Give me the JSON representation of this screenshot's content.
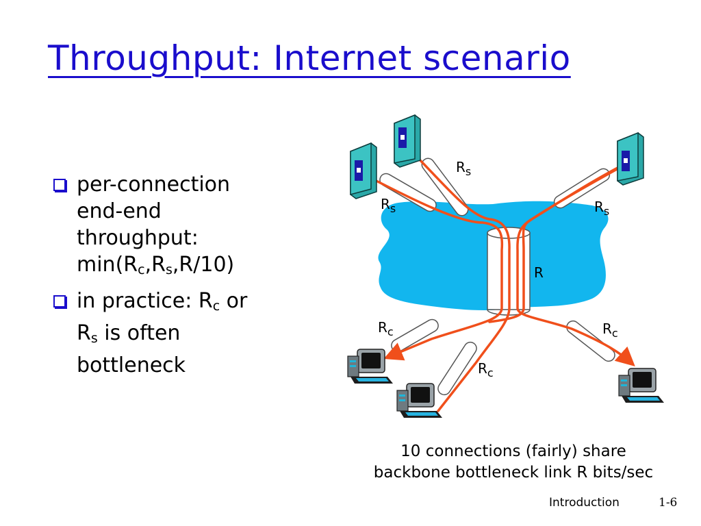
{
  "title": "Throughput: Internet scenario",
  "bullets": [
    {
      "text_lines": [
        "per-connection",
        "end-end",
        "throughput:"
      ],
      "formula": {
        "pre": "min(R",
        "sub1": "c",
        "mid1": ",R",
        "sub2": "s",
        "post": ",R/10)"
      }
    },
    {
      "line1_pre": "in practice: R",
      "line1_sub": "c",
      "line1_post": " or",
      "line2_pre": "R",
      "line2_sub": "s",
      "line2_post": " is often",
      "line3": "bottleneck"
    }
  ],
  "diagram": {
    "labels": {
      "rs_top": {
        "base": "R",
        "sub": "s"
      },
      "rs_left": {
        "base": "R",
        "sub": "s"
      },
      "rs_right": {
        "base": "R",
        "sub": "s"
      },
      "r_backbone": "R",
      "rc_left": {
        "base": "R",
        "sub": "c"
      },
      "rc_bottom": {
        "base": "R",
        "sub": "c"
      },
      "rc_right": {
        "base": "R",
        "sub": "c"
      }
    },
    "colors": {
      "cloud": "#12b6ee",
      "flow": "#f04f1b",
      "server": "#2aa8a8",
      "server_panel": "#1a1aa8",
      "link_tube": "#ffffff"
    }
  },
  "caption": [
    "10 connections (fairly) share",
    "backbone bottleneck link R bits/sec"
  ],
  "footer": {
    "section": "Introduction",
    "page": "1-6"
  }
}
